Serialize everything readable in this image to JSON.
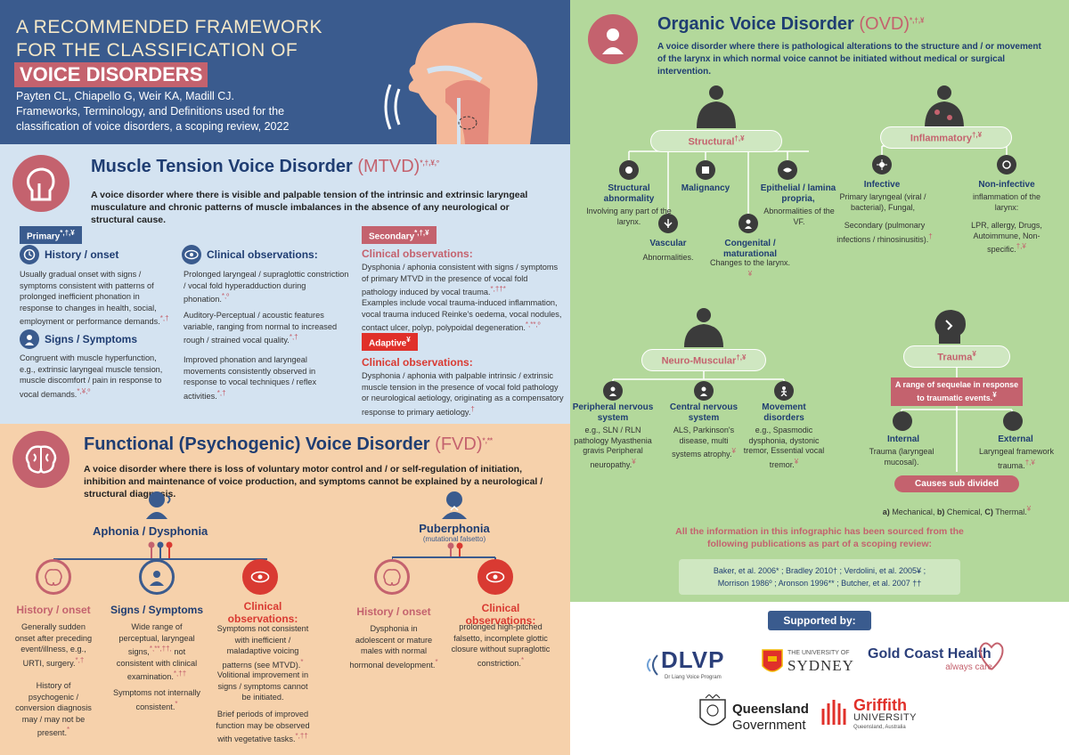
{
  "header": {
    "title_line1": "A RECOMMENDED FRAMEWORK",
    "title_line2": "FOR THE CLASSIFICATION OF",
    "title_line3": "VOICE DISORDERS",
    "citation": "Payten CL, Chiapello G, Weir KA, Madill CJ.  Frameworks, Terminology, and Definitions used for the classification of voice disorders, a scoping review, 2022"
  },
  "mtvd": {
    "title": "Muscle Tension Voice Disorder",
    "acronym": "(MTVD)",
    "marks": "*,†,¥,º",
    "definition": "A voice disorder where there is visible and palpable tension of the intrinsic and extrinsic laryngeal musculature and chronic patterns of muscle imbalances in the absence of any neurological or structural cause.",
    "primary_label": "Primary",
    "primary_marks": "*,†,¥",
    "history_title": "History / onset",
    "history_text": "Usually gradual onset with signs / symptoms consistent with patterns of prolonged inefficient phonation in response to changes in health, social, employment or performance demands.",
    "history_marks": "*,†",
    "signs_title": "Signs / Symptoms",
    "signs_text": "Congruent with muscle hyperfunction, e.g., extrinsic laryngeal muscle tension, muscle discomfort / pain in response to vocal demands.",
    "signs_marks": "*,¥,º",
    "clinical_title": "Clinical observations:",
    "clinical_p1": "Prolonged laryngeal / supraglottic constriction / vocal fold hyperadduction during phonation.",
    "clinical_p1_marks": "*,º",
    "clinical_p2": "Auditory-Perceptual / acoustic features variable, ranging from normal to  increased rough / strained vocal quality.",
    "clinical_p2_marks": "*,†",
    "clinical_p3": "Improved phonation and laryngeal movements consistently observed in response to vocal techniques / reflex activities.",
    "clinical_p3_marks": "*,†",
    "secondary_label": "Secondary",
    "secondary_marks": "*,†,¥",
    "secondary_obs_title": "Clinical observations:",
    "secondary_p1": "Dysphonia / aphonia consistent with signs / symptoms of primary MTVD in the presence of vocal fold pathology induced by vocal trauma.",
    "secondary_p1_marks": "*,††*",
    "secondary_p2": "Examples include vocal trauma-induced inflammation, vocal trauma induced Reinke's oedema, vocal nodules, contact ulcer, polyp, polypoidal degeneration.",
    "secondary_p2_marks": "*,**,º",
    "adaptive_label": "Adaptive",
    "adaptive_marks": "¥",
    "adaptive_obs_title": "Clinical observations:",
    "adaptive_text": "Dysphonia / aphonia with palpable intrinsic / extrinsic muscle tension in the presence of vocal fold pathology or neurological aetiology, originating as a compensatory response to primary aetiology.",
    "adaptive_marks2": "†"
  },
  "fvd": {
    "title": "Functional (Psychogenic) Voice Disorder",
    "acronym": "(FVD)",
    "marks": "*,**",
    "definition": "A voice disorder where there is loss of voluntary motor control and / or self-regulation of initiation, inhibition and maintenance of voice production, and symptoms cannot be explained by a neurological / structural diagnosis.",
    "aphonia_title": "Aphonia / Dysphonia",
    "puber_title": "Puberphonia",
    "puber_sub": "(mutational falsetto)",
    "a_history_title": "History / onset",
    "a_history_text": "Generally sudden onset after preceding event/illness, e.g., URTI, surgery.",
    "a_history_marks": "*,†",
    "a_history_text2": "History of psychogenic / conversion diagnosis may / may not be present.",
    "a_history_marks2": "*",
    "a_signs_title": "Signs / Symptoms",
    "a_signs_text": "Wide range of perceptual, laryngeal signs,",
    "a_signs_marks": "*,**,††,",
    "a_signs_text2": "not consistent with clinical examination.",
    "a_signs_marks2": "*,††",
    "a_signs_text3": "Symptoms not internally consistent.",
    "a_signs_marks3": "*",
    "a_clin_title": "Clinical observations:",
    "a_clin_text": "Symptoms not consistent with inefficient / maladaptive voicing patterns (see MTVD).",
    "a_clin_marks": "*",
    "a_clin_text2": "Volitional improvement in signs / symptoms cannot be initiated.",
    "a_clin_text3": "Brief periods of improved function may be observed with vegetative tasks.",
    "a_clin_marks3": "*,††",
    "p_history_title": "History / onset",
    "p_history_text": "Dysphonia in adolescent or mature males with normal hormonal development.",
    "p_history_marks": "*",
    "p_clin_title": "Clinical observations:",
    "p_clin_text": "prolonged high-pitched falsetto, incomplete glottic closure without supraglottic constriction.",
    "p_clin_marks": "*"
  },
  "ovd": {
    "title": "Organic Voice Disorder",
    "acronym": "(OVD)",
    "marks": "*,†,¥",
    "definition": "A voice disorder where there is pathological alterations to the structure and / or  movement of the larynx in which normal voice cannot be initiated without medical or surgical intervention.",
    "structural": "Structural",
    "structural_marks": "†,¥",
    "inflammatory": "Inflammatory",
    "inflammatory_marks": "†,¥",
    "struct_abn_title": "Structural abnormality",
    "struct_abn_text": "Involving any part of the larynx.",
    "malignancy": "Malignancy",
    "epithelial_title": "Epithelial / lamina propria,",
    "epithelial_text": "Abnormalities of the VF.",
    "vascular_title": "Vascular",
    "vascular_text": "Abnormalities.",
    "congenital_title": "Congenital / maturational",
    "congenital_text": "Changes to the larynx.",
    "congenital_marks": "¥",
    "infective_title": "Infective",
    "infective_text": "Primary laryngeal (viral / bacterial), Fungal,",
    "infective_text2": "Secondary (pulmonary infections / rhinosinusitis).",
    "infective_marks2": "†",
    "noninfective_title": "Non-infective",
    "noninfective_text": "inflammation of the larynx:",
    "noninfective_text2": "LPR, allergy, Drugs, Autoimmune, Non-specific.",
    "noninfective_marks2": "†,¥",
    "neuro": "Neuro-Muscular",
    "neuro_marks": "†,¥",
    "trauma": "Trauma",
    "trauma_marks": "¥",
    "pns_title": "Peripheral nervous system",
    "pns_text": "e.g., SLN / RLN pathology Myasthenia gravis Peripheral neuropathy.",
    "pns_marks": "¥",
    "cns_title": "Central nervous system",
    "cns_text": "ALS, Parkinson's disease, multi systems atrophy.",
    "cns_marks": "¥",
    "move_title": "Movement disorders",
    "move_text": "e.g., Spasmodic dysphonia, dystonic tremor, Essential vocal tremor.",
    "move_marks": "¥",
    "trauma_box": "A range of sequelae in response to traumatic events.",
    "trauma_box_marks": "¥",
    "internal_title": "Internal",
    "internal_text": "Trauma (laryngeal mucosal).",
    "external_title": "External",
    "external_text": "Laryngeal framework trauma.",
    "external_marks": "†,¥",
    "causes_box": "Causes sub divided",
    "causes_a": "a)",
    "causes_a_text": "Mechanical,",
    "causes_b": "b)",
    "causes_b_text": "Chemical,",
    "causes_c": "C)",
    "causes_c_text": "Thermal.",
    "causes_marks": "¥",
    "source_note": "All the information in this infographic has been sourced from the following publications as part of a scoping review:",
    "pubs_line1": "Baker, et al. 2006* ; Bradley 2010† ; Verdolini, et al. 2005¥ ;",
    "pubs_line2": "Morrison 1986º ; Aronson 1996** ; Butcher, et al. 2007 ††"
  },
  "support": {
    "title": "Supported by:",
    "dlvp": "DLVP",
    "dlvp_sub": "Dr Liang Voice Program",
    "sydney_line1": "THE UNIVERSITY OF",
    "sydney_line2": "SYDNEY",
    "gch_line1": "Gold Coast Health",
    "gch_line2": "always care",
    "qld_line1": "Queensland",
    "qld_line2": "Government",
    "griffith_line1": "Griffith",
    "griffith_line2": "UNIVERSITY",
    "griffith_line3": "Queensland, Australia"
  },
  "colors": {
    "navy": "#3a5b8e",
    "pink": "#c4626e",
    "red": "#d93a32",
    "mtvd_bg": "#d4e3f1",
    "fvd_bg": "#f6d1ab",
    "ovd_bg": "#b3d89b"
  }
}
